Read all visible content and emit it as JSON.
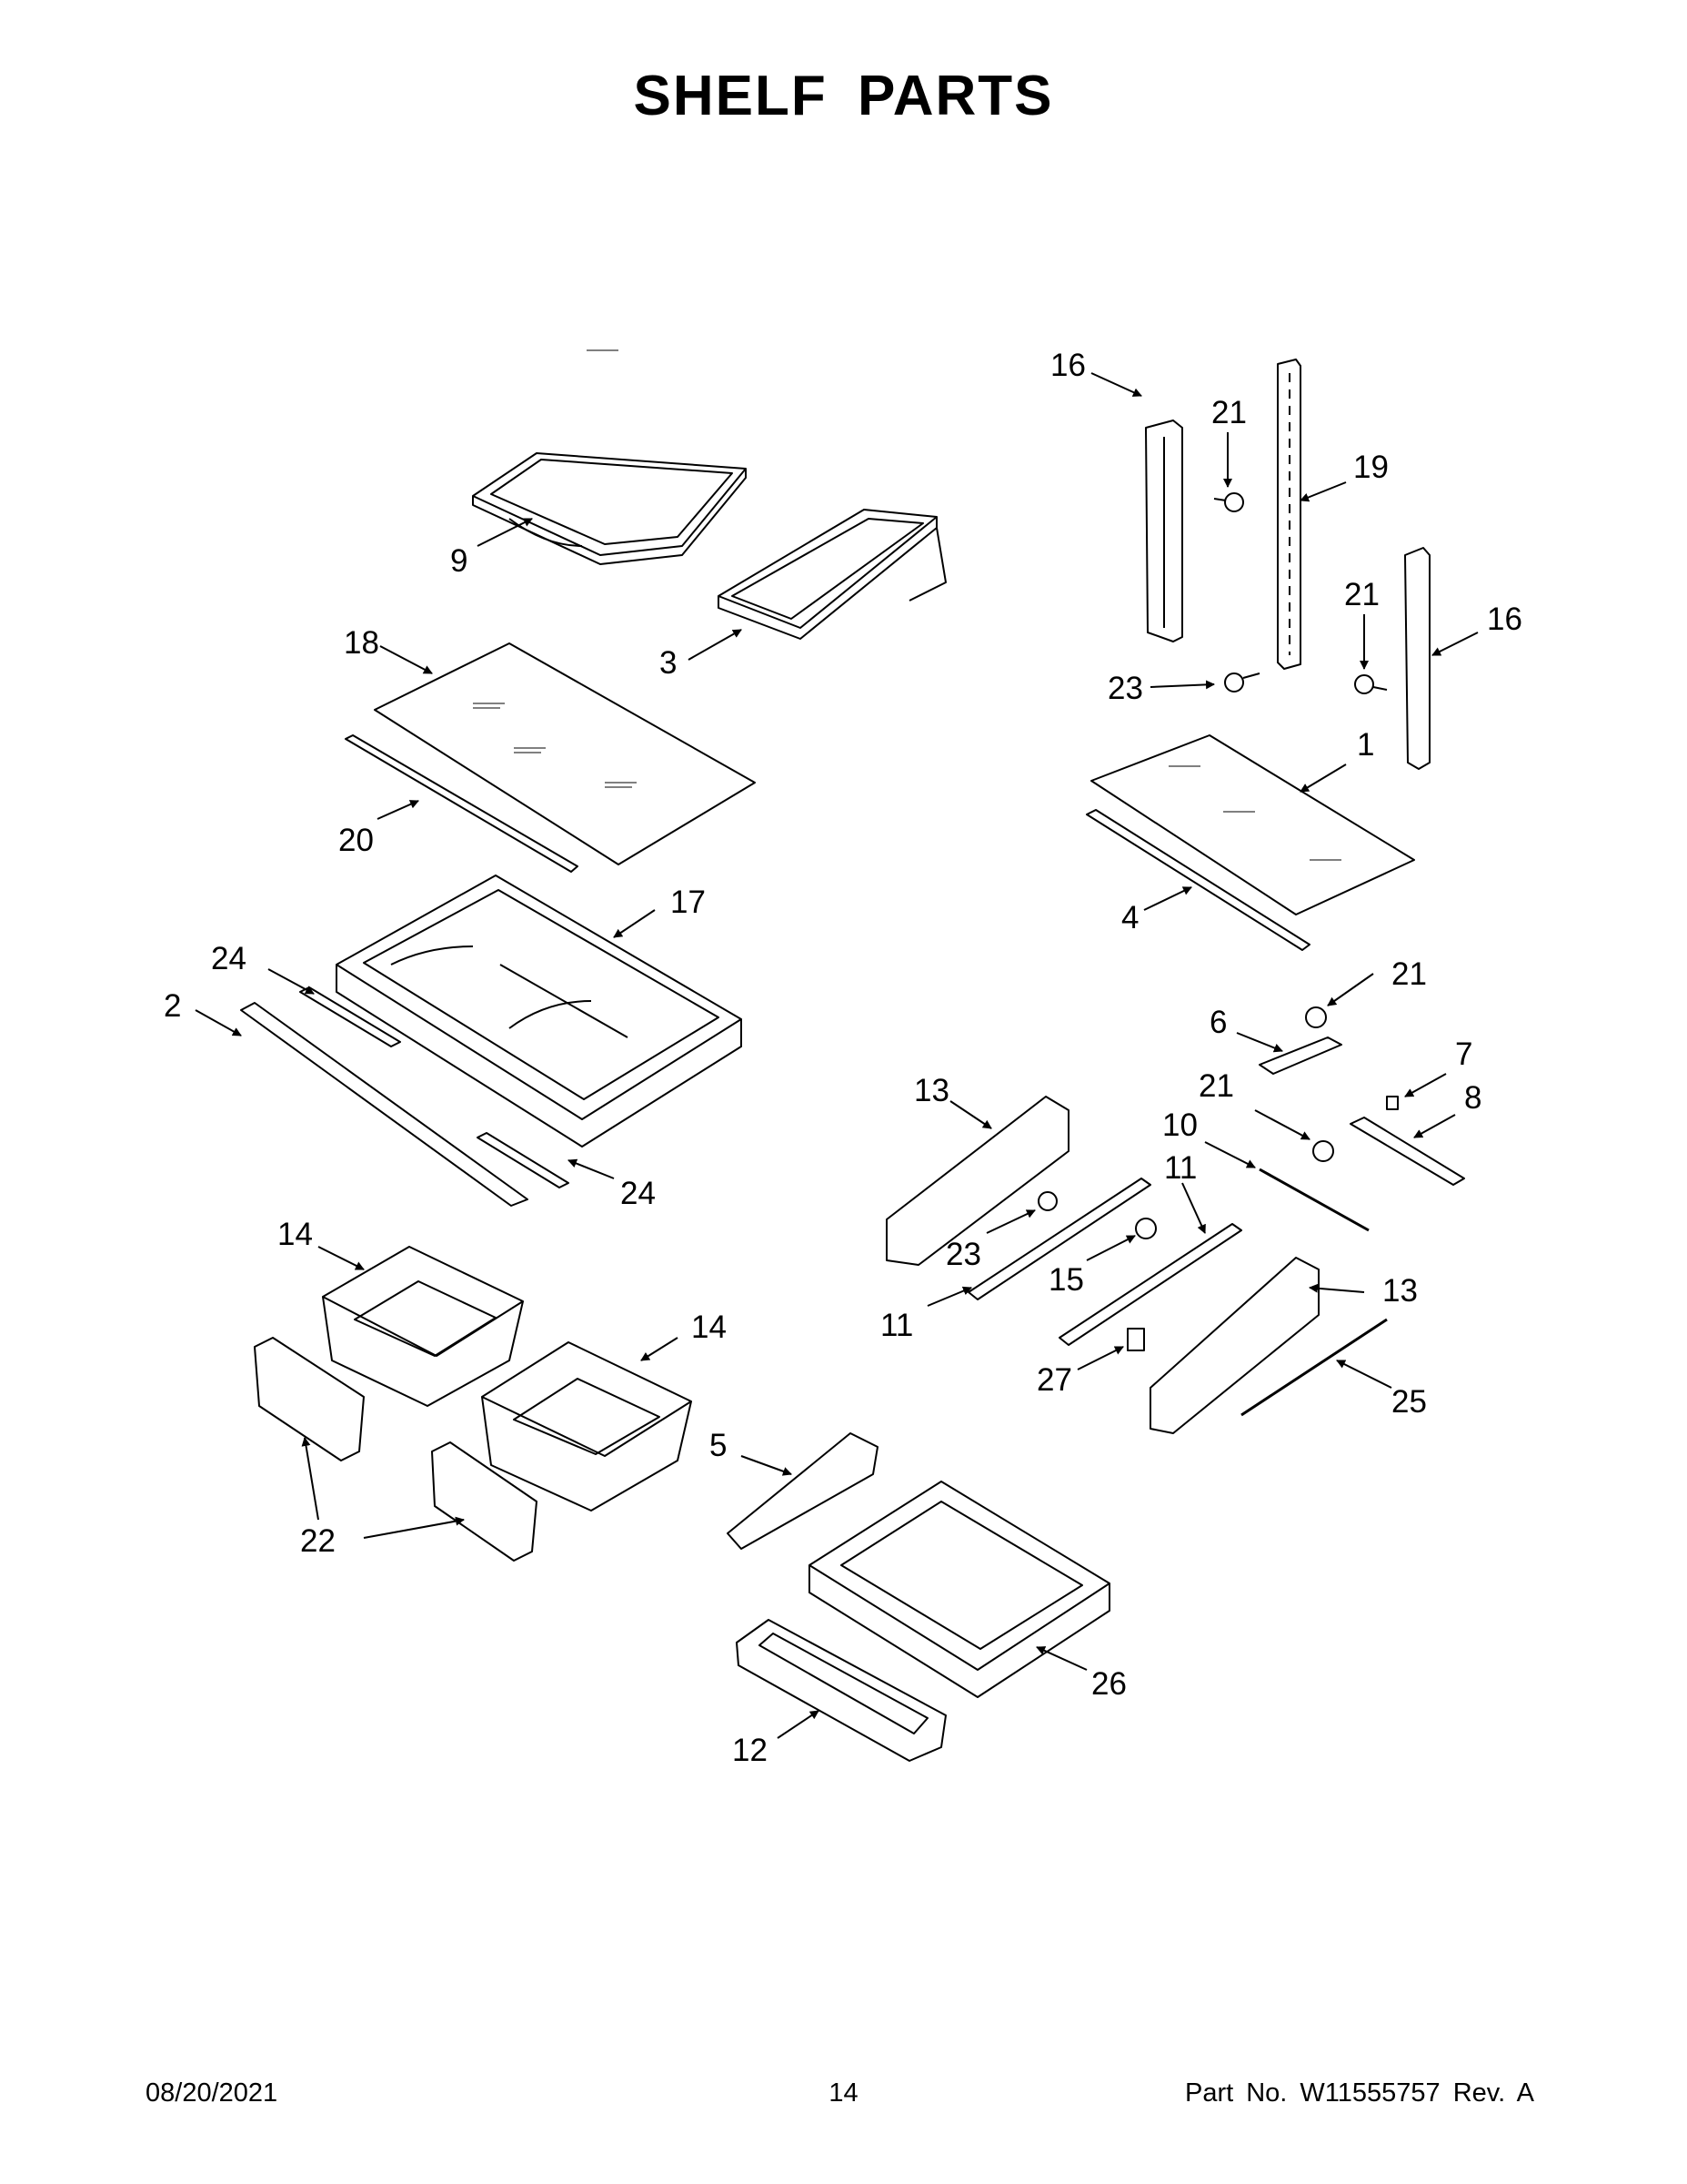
{
  "title": "SHELF PARTS",
  "callouts": [
    "1",
    "2",
    "3",
    "4",
    "5",
    "6",
    "7",
    "8",
    "9",
    "10",
    "11",
    "11",
    "12",
    "13",
    "13",
    "14",
    "14",
    "15",
    "16",
    "16",
    "17",
    "18",
    "19",
    "20",
    "21",
    "21",
    "21",
    "21",
    "22",
    "23",
    "23",
    "24",
    "24",
    "25",
    "26",
    "27"
  ],
  "footer": {
    "date": "08/20/2021",
    "page": "14",
    "part": "Part No.  W11555757  Rev.  A"
  }
}
